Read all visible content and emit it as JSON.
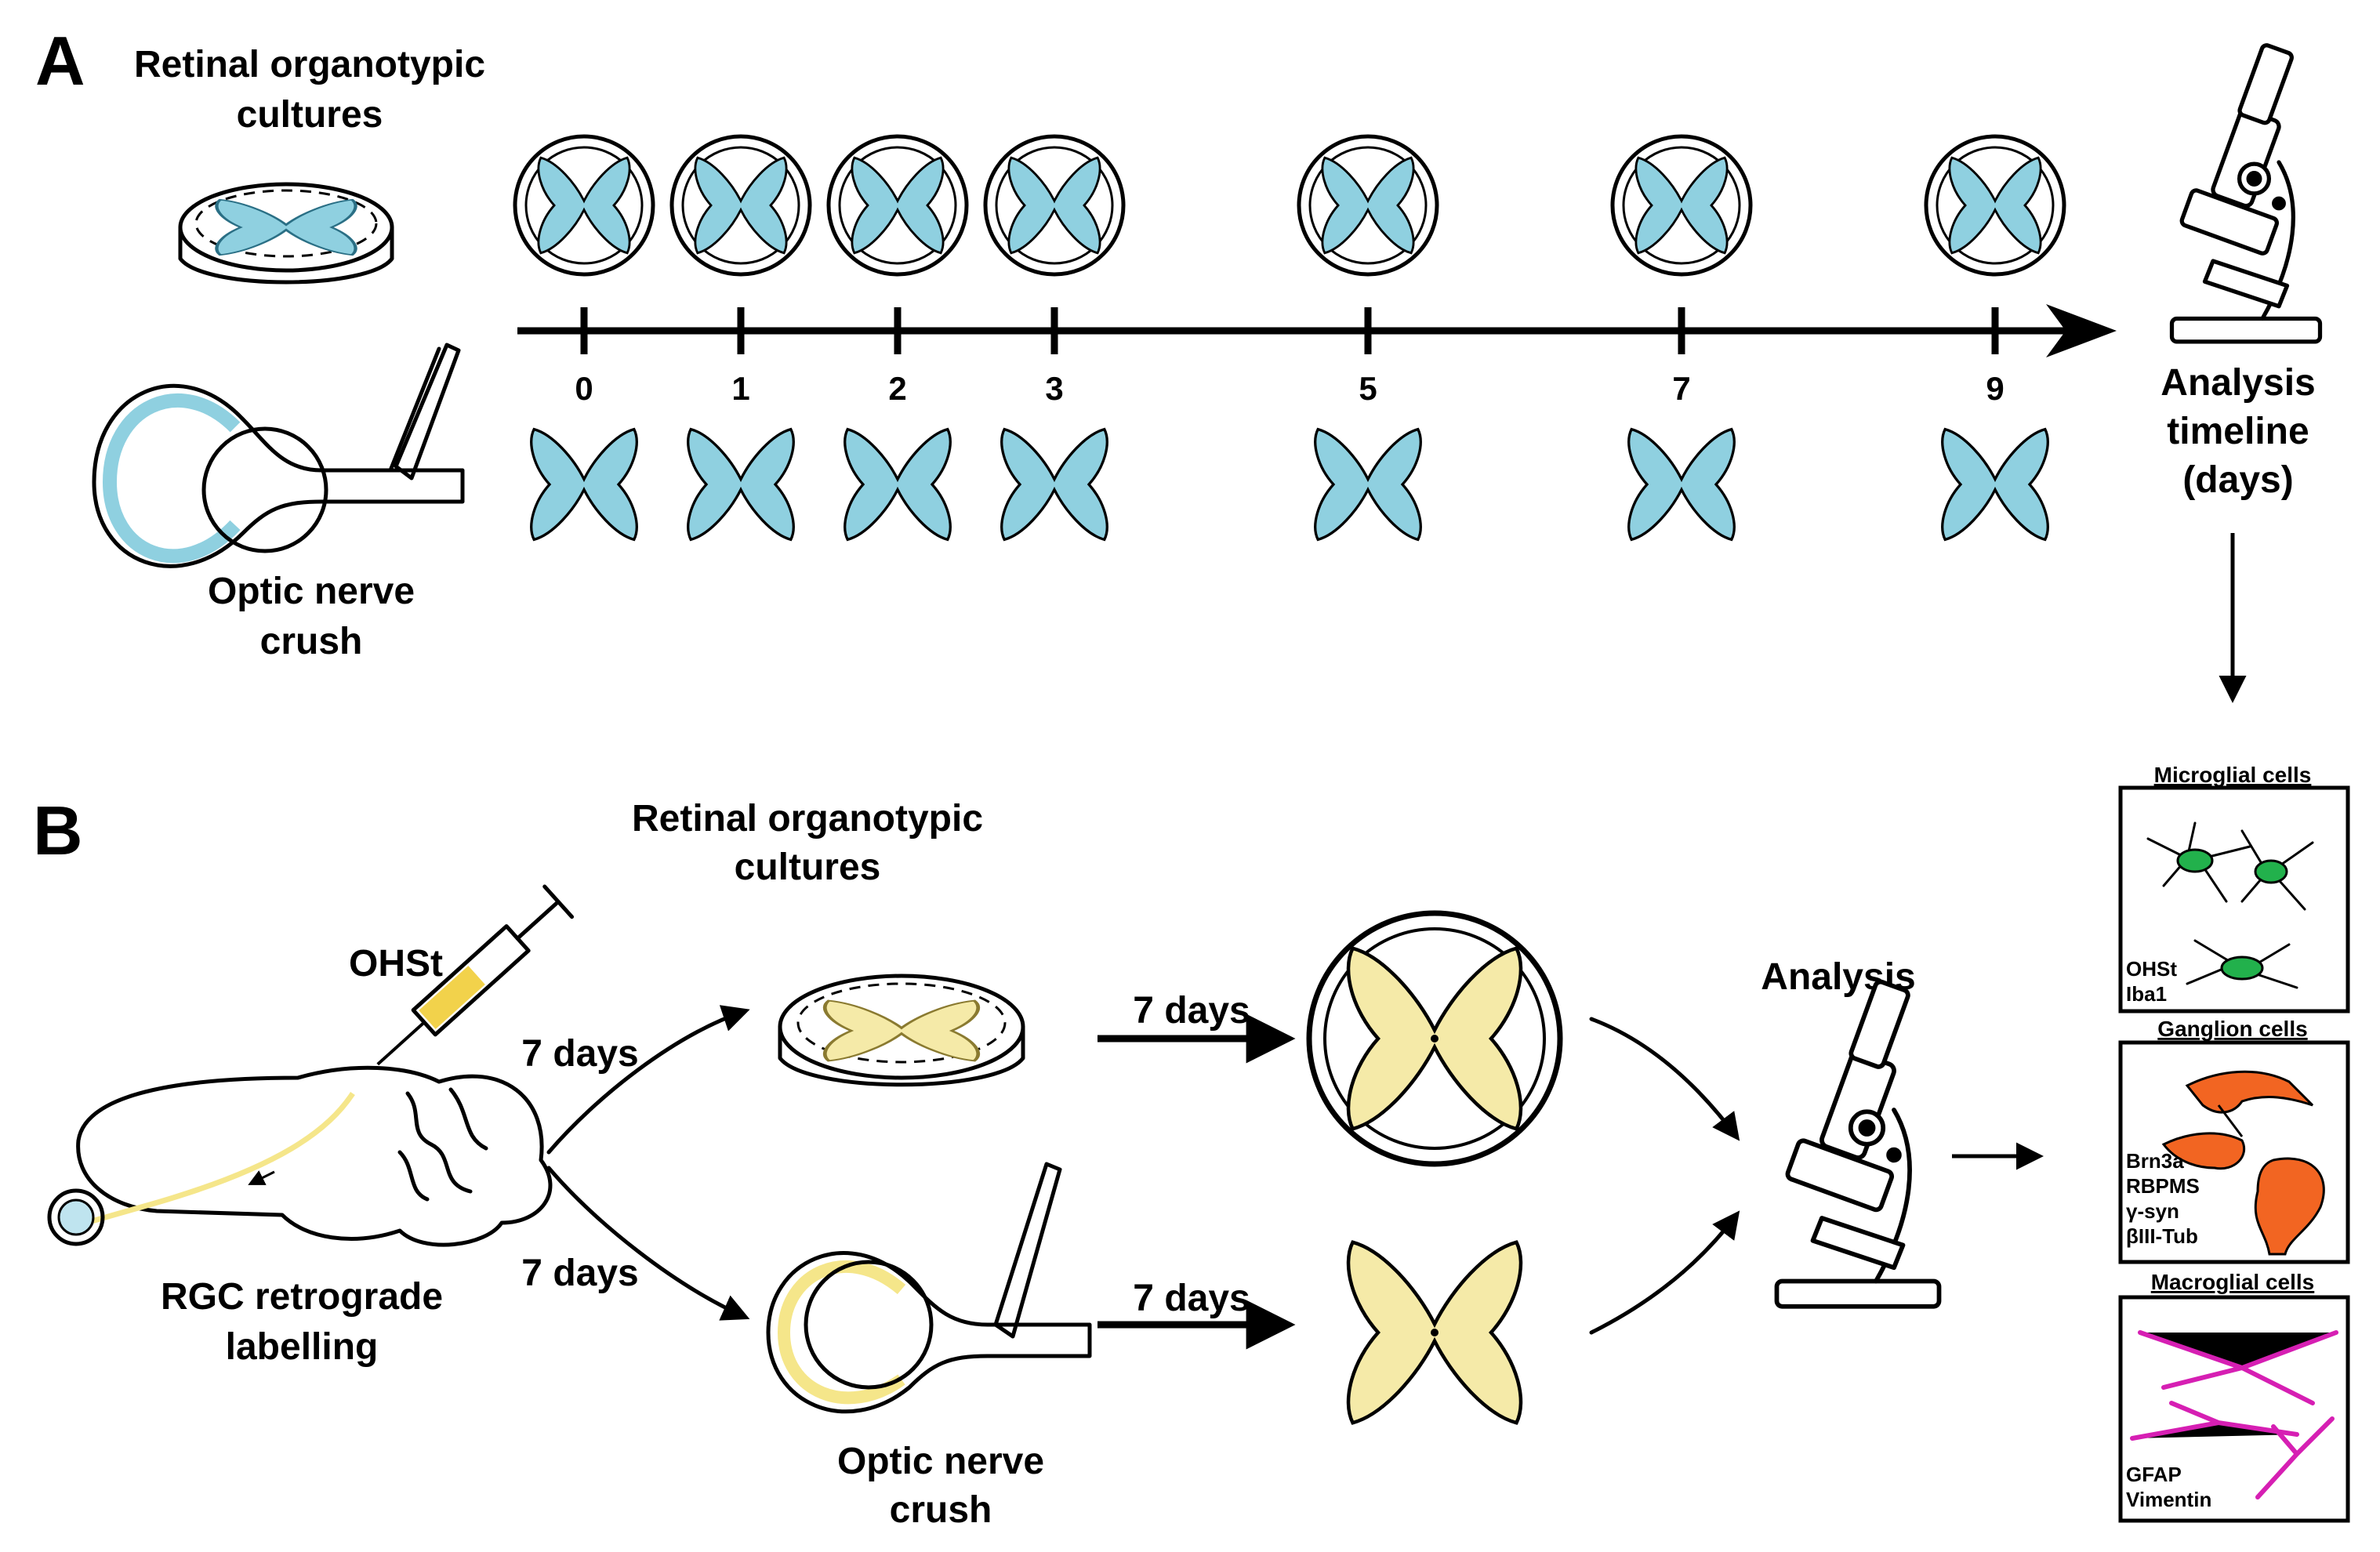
{
  "panel_a": {
    "letter": "A",
    "culture_label": [
      "Retinal organotypic",
      "cultures"
    ],
    "crush_label": [
      "Optic nerve",
      "crush"
    ],
    "timeline_days": [
      "0",
      "1",
      "2",
      "3",
      "5",
      "7",
      "9"
    ],
    "analysis_label": [
      "Analysis",
      "timeline",
      "(days)"
    ]
  },
  "panel_b": {
    "letter": "B",
    "injection_label": "OHSt",
    "labelling_label": [
      "RGC retrograde",
      "labelling"
    ],
    "culture_label": [
      "Retinal organotypic",
      "cultures"
    ],
    "crush_label": [
      "Optic nerve",
      "crush"
    ],
    "interval_label": "7 days",
    "analysis_label": "Analysis"
  },
  "side_boxes": [
    {
      "title": "Microglial cells",
      "markers": [
        "OHSt",
        "Iba1"
      ],
      "color": "#22b14c"
    },
    {
      "title": "Ganglion cells",
      "markers": [
        "Brn3a",
        "RBPMS",
        "γ-syn",
        "βIII-Tub"
      ],
      "color": "#f26522"
    },
    {
      "title": "Macroglial cells",
      "markers": [
        "GFAP",
        "Vimentin"
      ],
      "color": "#d61fb3"
    }
  ],
  "colors": {
    "retina_blue": "#8fd0e0",
    "retina_yellow": "#f5eaa8",
    "brain_pink": "#f06fa5",
    "syringe_yellow": "#f2d24b"
  }
}
